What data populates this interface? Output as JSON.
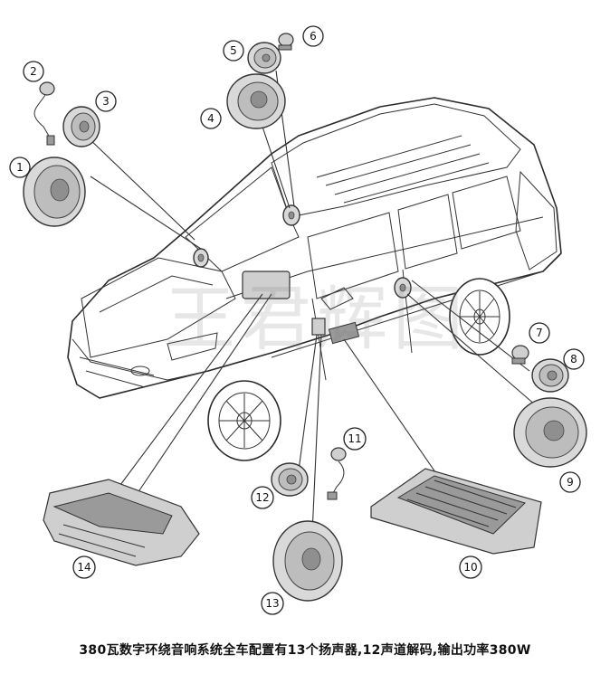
{
  "caption": "380瓦数字环绕音响系统全车配置有13个扬声器,12声道解码,输出功率380W",
  "watermark": "王君辉图",
  "callouts": [
    {
      "id": "c1",
      "label": "1"
    },
    {
      "id": "c2",
      "label": "2"
    },
    {
      "id": "c3",
      "label": "3"
    },
    {
      "id": "c4",
      "label": "4"
    },
    {
      "id": "c5",
      "label": "5"
    },
    {
      "id": "c6",
      "label": "6"
    },
    {
      "id": "c7",
      "label": "7"
    },
    {
      "id": "c8",
      "label": "8"
    },
    {
      "id": "c9",
      "label": "9"
    },
    {
      "id": "c10",
      "label": "10"
    },
    {
      "id": "c11",
      "label": "11"
    },
    {
      "id": "c12",
      "label": "12"
    },
    {
      "id": "c13",
      "label": "13"
    },
    {
      "id": "c14",
      "label": "14"
    }
  ]
}
